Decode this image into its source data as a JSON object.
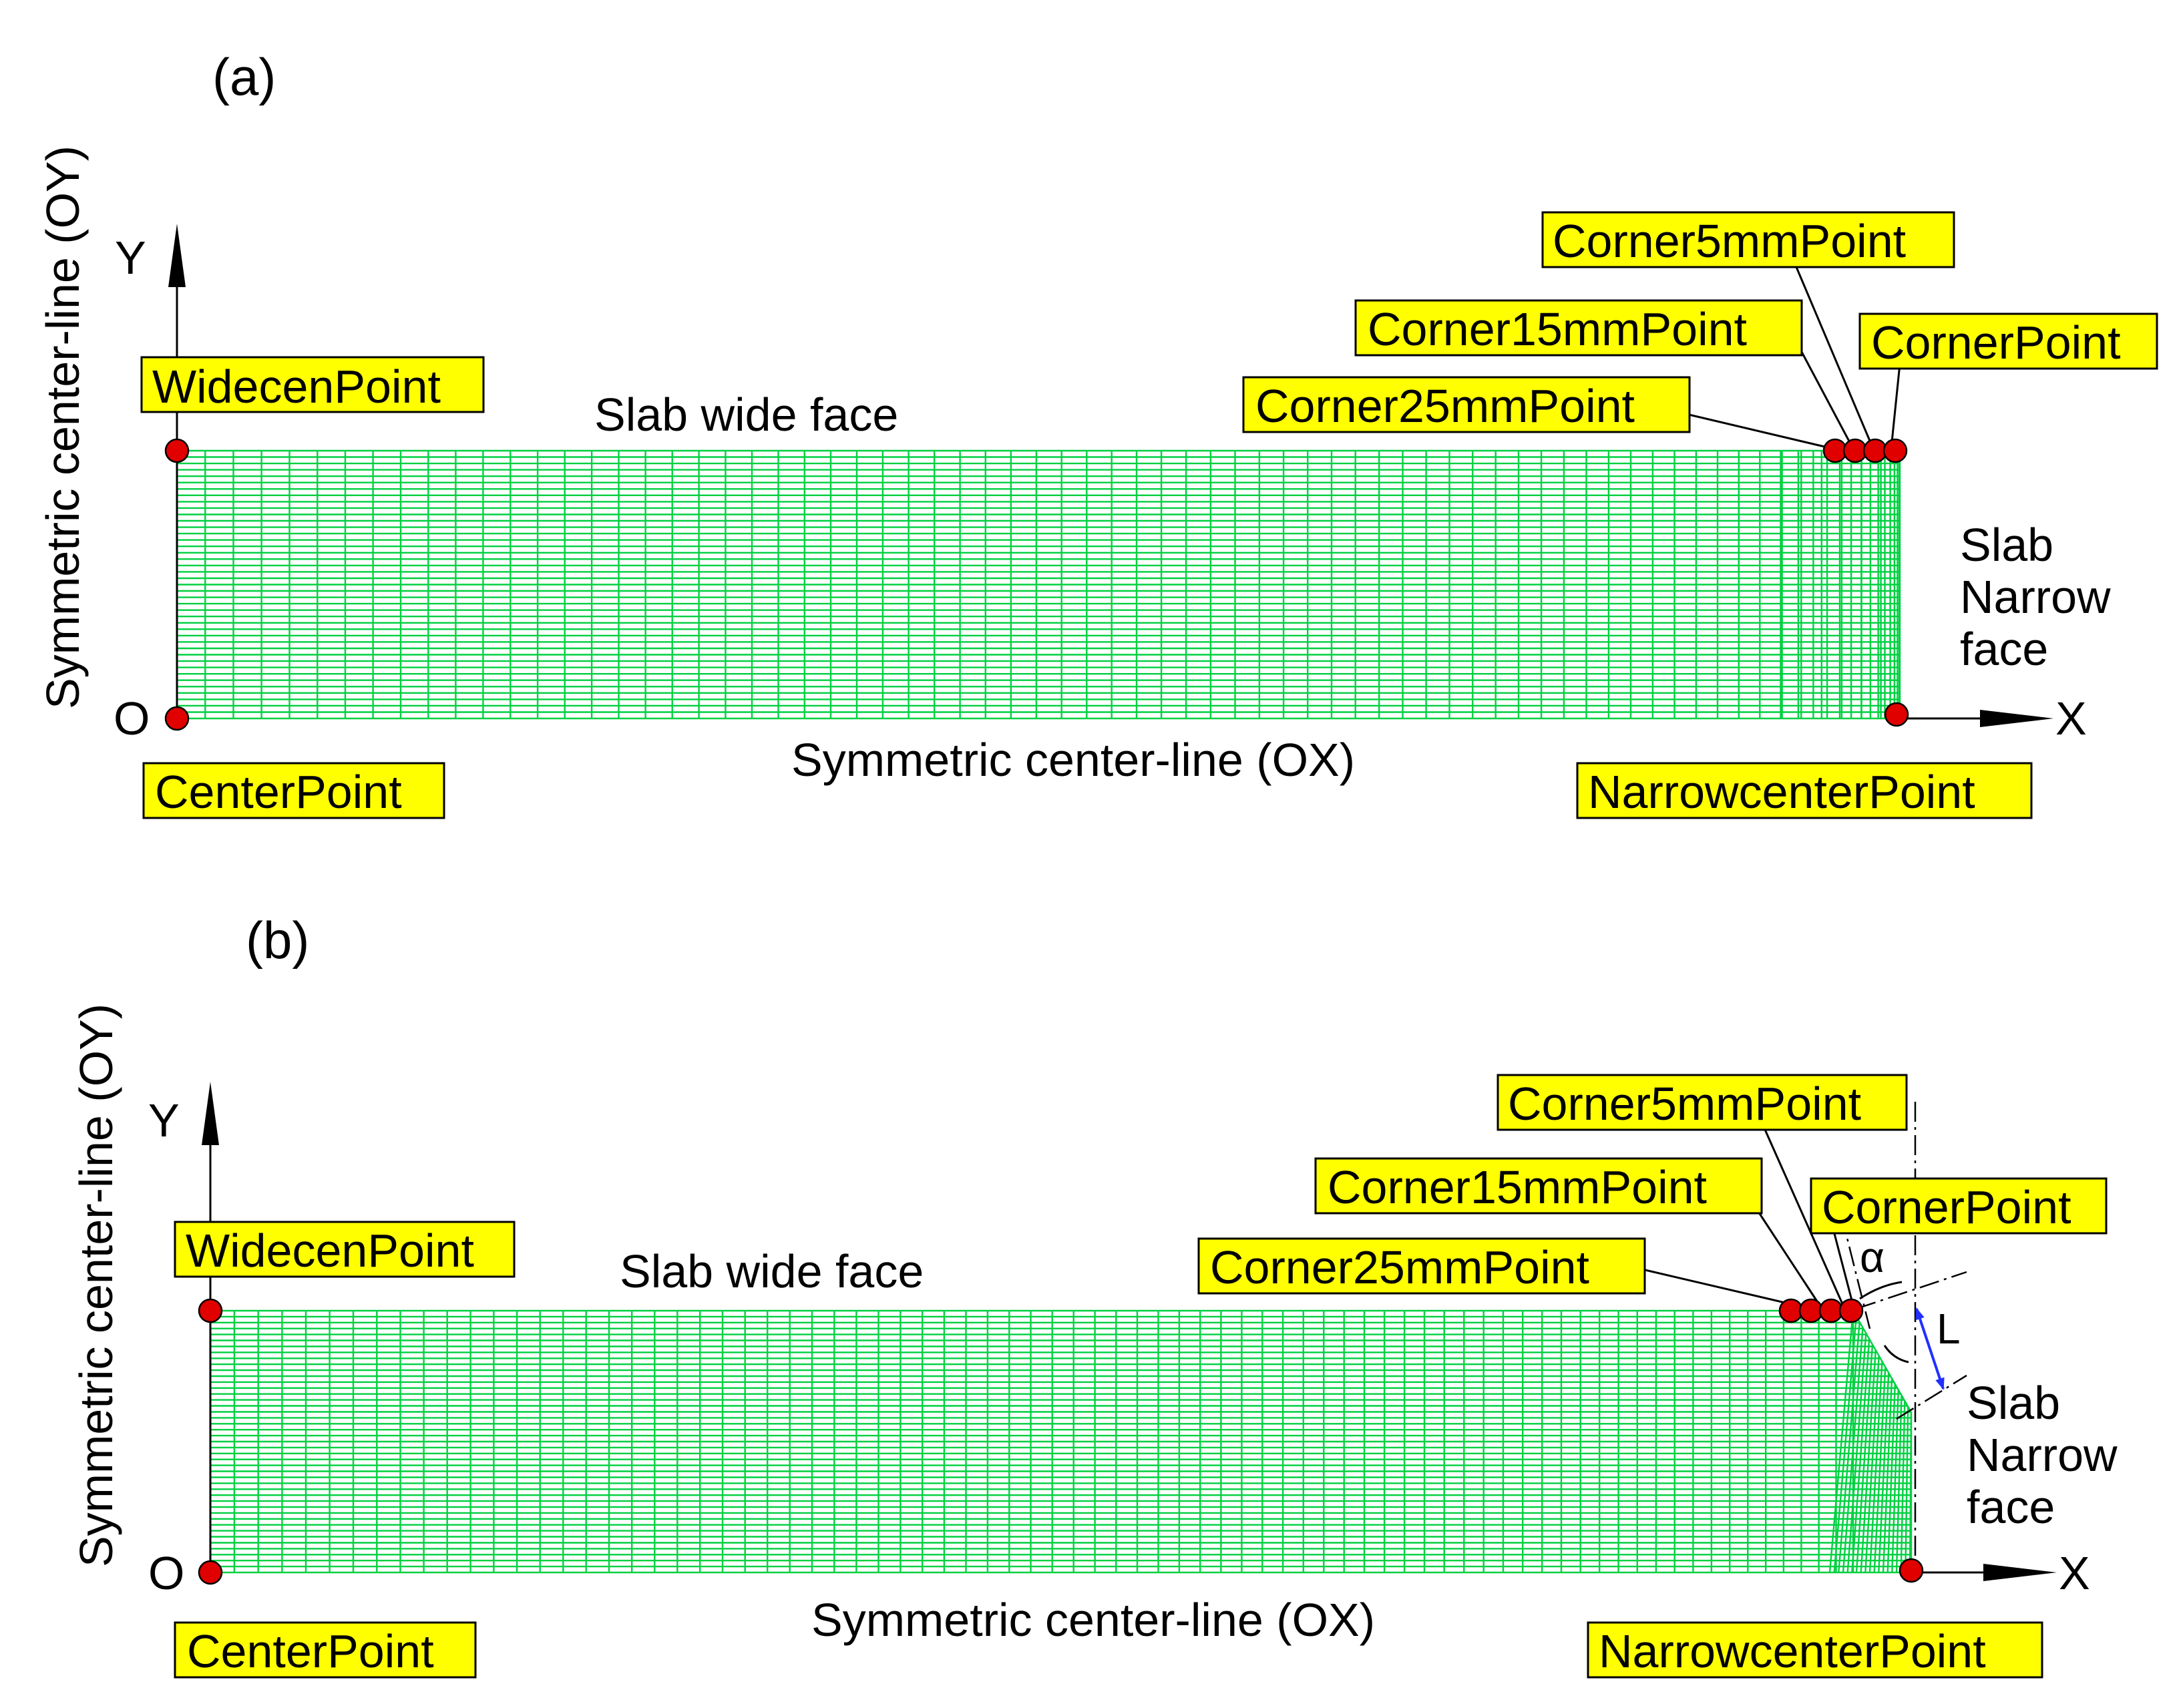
{
  "panel_a": {
    "panel_label": "(a)",
    "y_axis_label": "Symmetric center-line (OY)",
    "x_axis_label": "Symmetric center-line (OX)",
    "axis_y": "Y",
    "axis_x": "X",
    "origin": "O",
    "wide_face": "Slab wide face",
    "narrow_face": [
      "Slab",
      "Narrow",
      "face"
    ],
    "points": {
      "widecen": "WidecenPoint",
      "center": "CenterPoint",
      "narrowcenter": "NarrowcenterPoint",
      "corner": "CornerPoint",
      "corner5": "Corner5mmPoint",
      "corner15": "Corner15mmPoint",
      "corner25": "Corner25mmPoint"
    }
  },
  "panel_b": {
    "panel_label": "(b)",
    "y_axis_label": "Symmetric center-line (OY)",
    "x_axis_label": "Symmetric center-line (OX)",
    "axis_y": "Y",
    "axis_x": "X",
    "origin": "O",
    "wide_face": "Slab wide face",
    "narrow_face": [
      "Slab",
      "Narrow",
      "face"
    ],
    "angle_symbol": "α",
    "length_symbol": "L",
    "points": {
      "widecen": "WidecenPoint",
      "center": "CenterPoint",
      "narrowcenter": "NarrowcenterPoint",
      "corner": "CornerPoint",
      "corner5": "Corner5mmPoint",
      "corner15": "Corner15mmPoint",
      "corner25": "Corner25mmPoint"
    }
  },
  "colors": {
    "mesh": "#00d040",
    "point": "#e00000",
    "tag_fill": "#ffff00"
  }
}
